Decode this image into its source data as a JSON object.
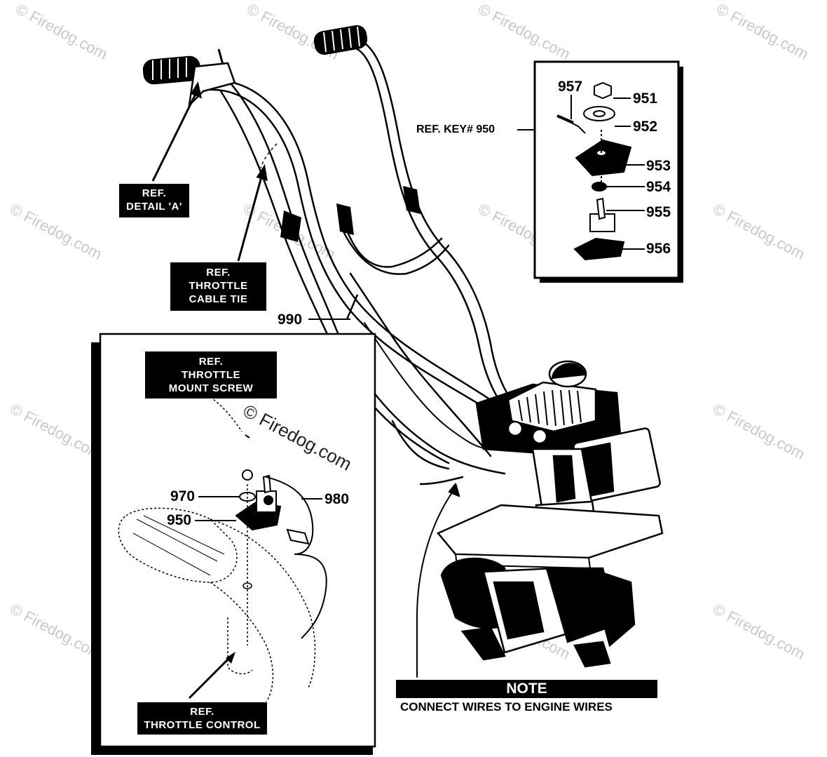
{
  "watermark": "© Firedog.com",
  "callouts": {
    "detail_a": [
      "REF.",
      "DETAIL 'A'"
    ],
    "throttle_cable_tie": [
      "REF.",
      "THROTTLE",
      "CABLE TIE"
    ],
    "throttle_mount_screw": [
      "REF.",
      "THROTTLE",
      "MOUNT SCREW"
    ],
    "throttle_control": [
      "REF.",
      "THROTTLE CONTROL"
    ]
  },
  "ref_key": "REF. KEY# 950",
  "switch_parts": [
    "957",
    "951",
    "952",
    "953",
    "954",
    "955",
    "956"
  ],
  "main_parts": {
    "cable": "990"
  },
  "detail_parts": {
    "p970": "970",
    "p950": "950",
    "p980": "980"
  },
  "note": {
    "title": "NOTE",
    "text": "CONNECT WIRES TO ENGINE WIRES"
  }
}
